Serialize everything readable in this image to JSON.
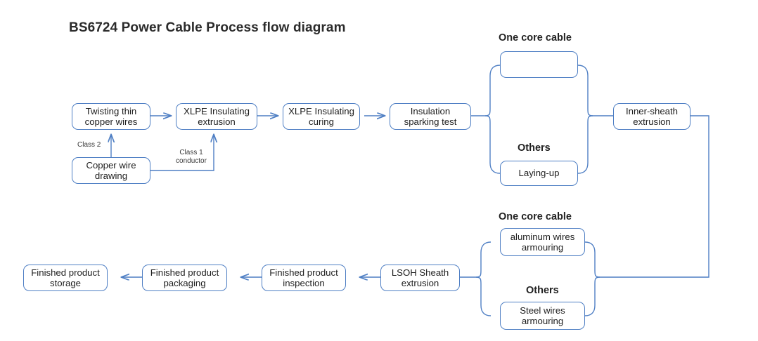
{
  "diagram": {
    "title": "BS6724 Power Cable Process flow diagram",
    "type": "process-flow-diagram",
    "colors": {
      "node_border": "#4f7fc4",
      "node_fill": "#ffffff",
      "connector": "#4f7fc4",
      "pass_arrow": "#3a5fa8",
      "title_text": "#2b2b2b",
      "node_text": "#1d1d1d"
    },
    "nodes": [
      {
        "id": "twisting",
        "label": "Twisting thin copper wires"
      },
      {
        "id": "xlpe_extr",
        "label": "XLPE Insulating extrusion"
      },
      {
        "id": "xlpe_cure",
        "label": "XLPE Insulating curing"
      },
      {
        "id": "spark",
        "label": "Insulation sparking test"
      },
      {
        "id": "copper",
        "label": "Copper wire drawing"
      },
      {
        "id": "onecore1",
        "label": ""
      },
      {
        "id": "layup",
        "label": "Laying-up"
      },
      {
        "id": "inner",
        "label": "Inner-sheath extrusion"
      },
      {
        "id": "alum",
        "label": "aluminum wires armouring"
      },
      {
        "id": "steel",
        "label": "Steel wires armouring"
      },
      {
        "id": "lsoh",
        "label": "LSOH Sheath extrusion"
      },
      {
        "id": "inspect",
        "label": "Finished product inspection"
      },
      {
        "id": "packaging",
        "label": "Finished product packaging"
      },
      {
        "id": "storage",
        "label": "Finished product storage"
      }
    ],
    "group_headers": [
      {
        "id": "hdr_top_one",
        "label": "One core cable"
      },
      {
        "id": "hdr_top_other",
        "label": "Others"
      },
      {
        "id": "hdr_bot_one",
        "label": "One core cable"
      },
      {
        "id": "hdr_bot_other",
        "label": "Others"
      }
    ],
    "edge_labels": [
      {
        "id": "class2",
        "label": "Class 2"
      },
      {
        "id": "class1",
        "label": "Class 1 conductor"
      }
    ]
  }
}
